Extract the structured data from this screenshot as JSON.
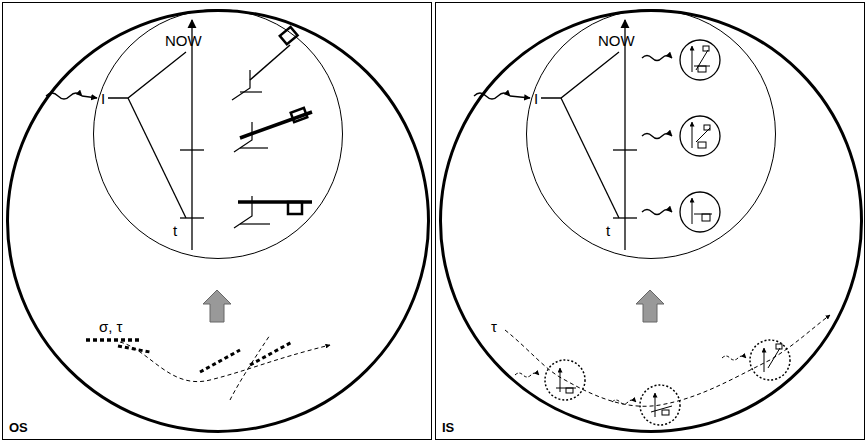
{
  "diagram": {
    "nodes": [
      {
        "text": [
          "OS"
        ]
      },
      {
        "text": [
          "σ, τ"
        ],
        "in": 0
      },
      {
        "text": [
          "NOW",
          "I",
          "t"
        ],
        "in": 1
      },
      {
        "text": [
          "IS"
        ]
      },
      {
        "text": [
          "τ"
        ],
        "in": 3
      },
      {
        "text": [
          "NOW",
          "I",
          "t"
        ],
        "in": 4
      }
    ]
  }
}
